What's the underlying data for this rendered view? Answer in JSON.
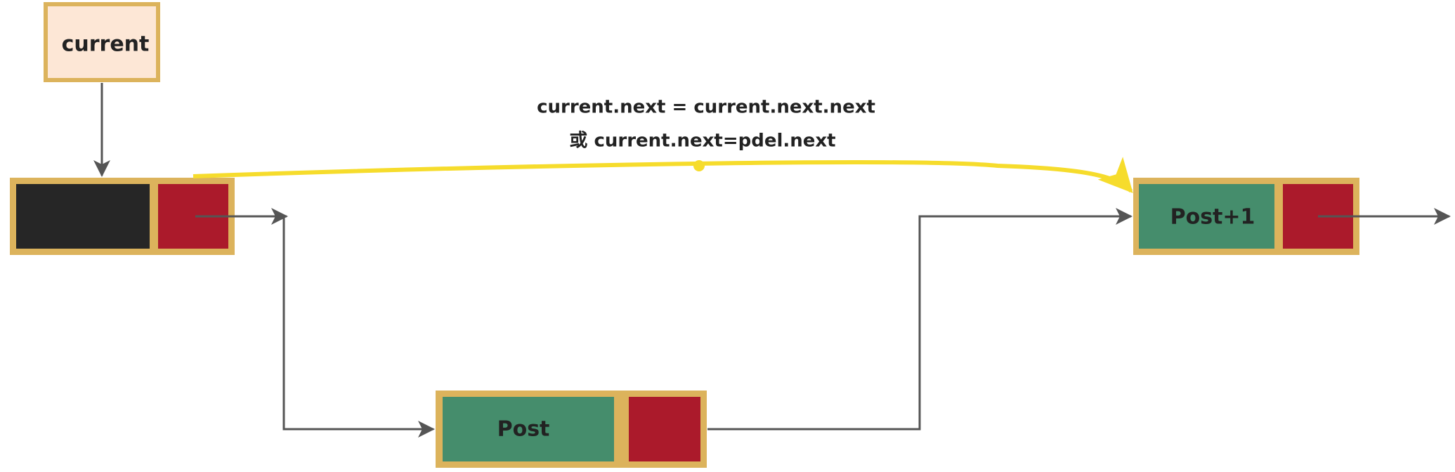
{
  "pointer": {
    "label": "current"
  },
  "nodes": {
    "head": {
      "data_label": ""
    },
    "post": {
      "data_label": "Post"
    },
    "post_next": {
      "data_label": "Post+1"
    }
  },
  "annotation": {
    "line1": "current.next =  current.next.next",
    "line2": "或 current.next=pdel.next"
  },
  "colors": {
    "border": "#dcb35c",
    "pointer_fill": "#fde7d6",
    "dark_cell": "#262626",
    "data_cell": "#458d6c",
    "next_cell": "#ab1a2b",
    "connector": "#555555",
    "highlight": "#f6dc2c"
  },
  "icons": {
    "connector_end": "arrowhead-icon",
    "highlight_end": "yellow-arrowhead-icon",
    "midpoint": "yellow-dot-icon"
  }
}
